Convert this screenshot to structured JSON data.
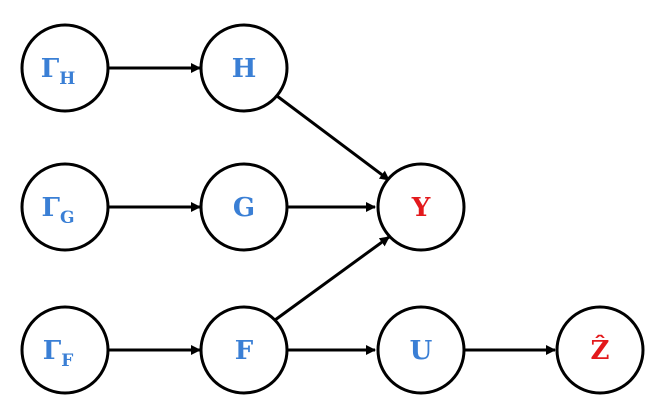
{
  "colors": {
    "latent": "#3a7fd5",
    "outcome": "#e3191c",
    "stroke": "#000000"
  },
  "nodes": {
    "gamma_h": {
      "base": "Γ",
      "sub": "H",
      "role": "latent"
    },
    "h": {
      "label": "H",
      "role": "latent"
    },
    "gamma_g": {
      "base": "Γ",
      "sub": "G",
      "role": "latent"
    },
    "g": {
      "label": "G",
      "role": "latent"
    },
    "y": {
      "label": "Y",
      "role": "outcome"
    },
    "gamma_f": {
      "base": "Γ",
      "sub": "F",
      "role": "latent"
    },
    "f": {
      "label": "F",
      "role": "latent"
    },
    "u": {
      "label": "U",
      "role": "latent"
    },
    "z_hat": {
      "label": "Ẑ",
      "role": "outcome"
    }
  },
  "edges": [
    {
      "from": "Γ_H",
      "to": "H"
    },
    {
      "from": "H",
      "to": "Y"
    },
    {
      "from": "Γ_G",
      "to": "G"
    },
    {
      "from": "G",
      "to": "Y"
    },
    {
      "from": "Γ_F",
      "to": "F"
    },
    {
      "from": "F",
      "to": "Y"
    },
    {
      "from": "F",
      "to": "U"
    },
    {
      "from": "U",
      "to": "Ẑ"
    }
  ]
}
